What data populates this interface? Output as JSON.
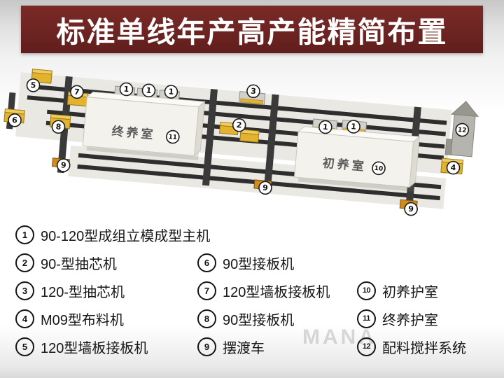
{
  "header": {
    "title": "标准单线年产高产能精简布置",
    "bg_color": "#6d2422"
  },
  "watermark": "MANA",
  "colors": {
    "banner": "#6d2422",
    "machine_yellow": "#e3b330",
    "rail_dark": "#2e2e2e"
  },
  "diagram": {
    "rooms": {
      "final_curing": {
        "label": "终养室",
        "num": "11"
      },
      "initial_curing": {
        "label": "初养室",
        "num": "10"
      }
    },
    "markers": [
      {
        "num": "5"
      },
      {
        "num": "7"
      },
      {
        "num": "6"
      },
      {
        "num": "8"
      },
      {
        "num": "9"
      },
      {
        "num": "1"
      },
      {
        "num": "1"
      },
      {
        "num": "1"
      },
      {
        "num": "3"
      },
      {
        "num": "2"
      },
      {
        "num": "9"
      },
      {
        "num": "1"
      },
      {
        "num": "1"
      },
      {
        "num": "12"
      },
      {
        "num": "4"
      },
      {
        "num": "9"
      }
    ]
  },
  "legend": {
    "items": [
      {
        "num": "1",
        "label": "90-120型成组立模成型主机"
      },
      {
        "num": "2",
        "label": "90-型抽芯机"
      },
      {
        "num": "3",
        "label": "120-型抽芯机"
      },
      {
        "num": "4",
        "label": "M09型布料机"
      },
      {
        "num": "5",
        "label": "120型墙板接板机"
      },
      {
        "num": "6",
        "label": "90型接板机"
      },
      {
        "num": "7",
        "label": "120型墙板接板机"
      },
      {
        "num": "8",
        "label": "90型接板机"
      },
      {
        "num": "9",
        "label": "摆渡车"
      },
      {
        "num": "10",
        "label": "初养护室"
      },
      {
        "num": "11",
        "label": "终养护室"
      },
      {
        "num": "12",
        "label": "配料搅拌系统"
      }
    ]
  }
}
